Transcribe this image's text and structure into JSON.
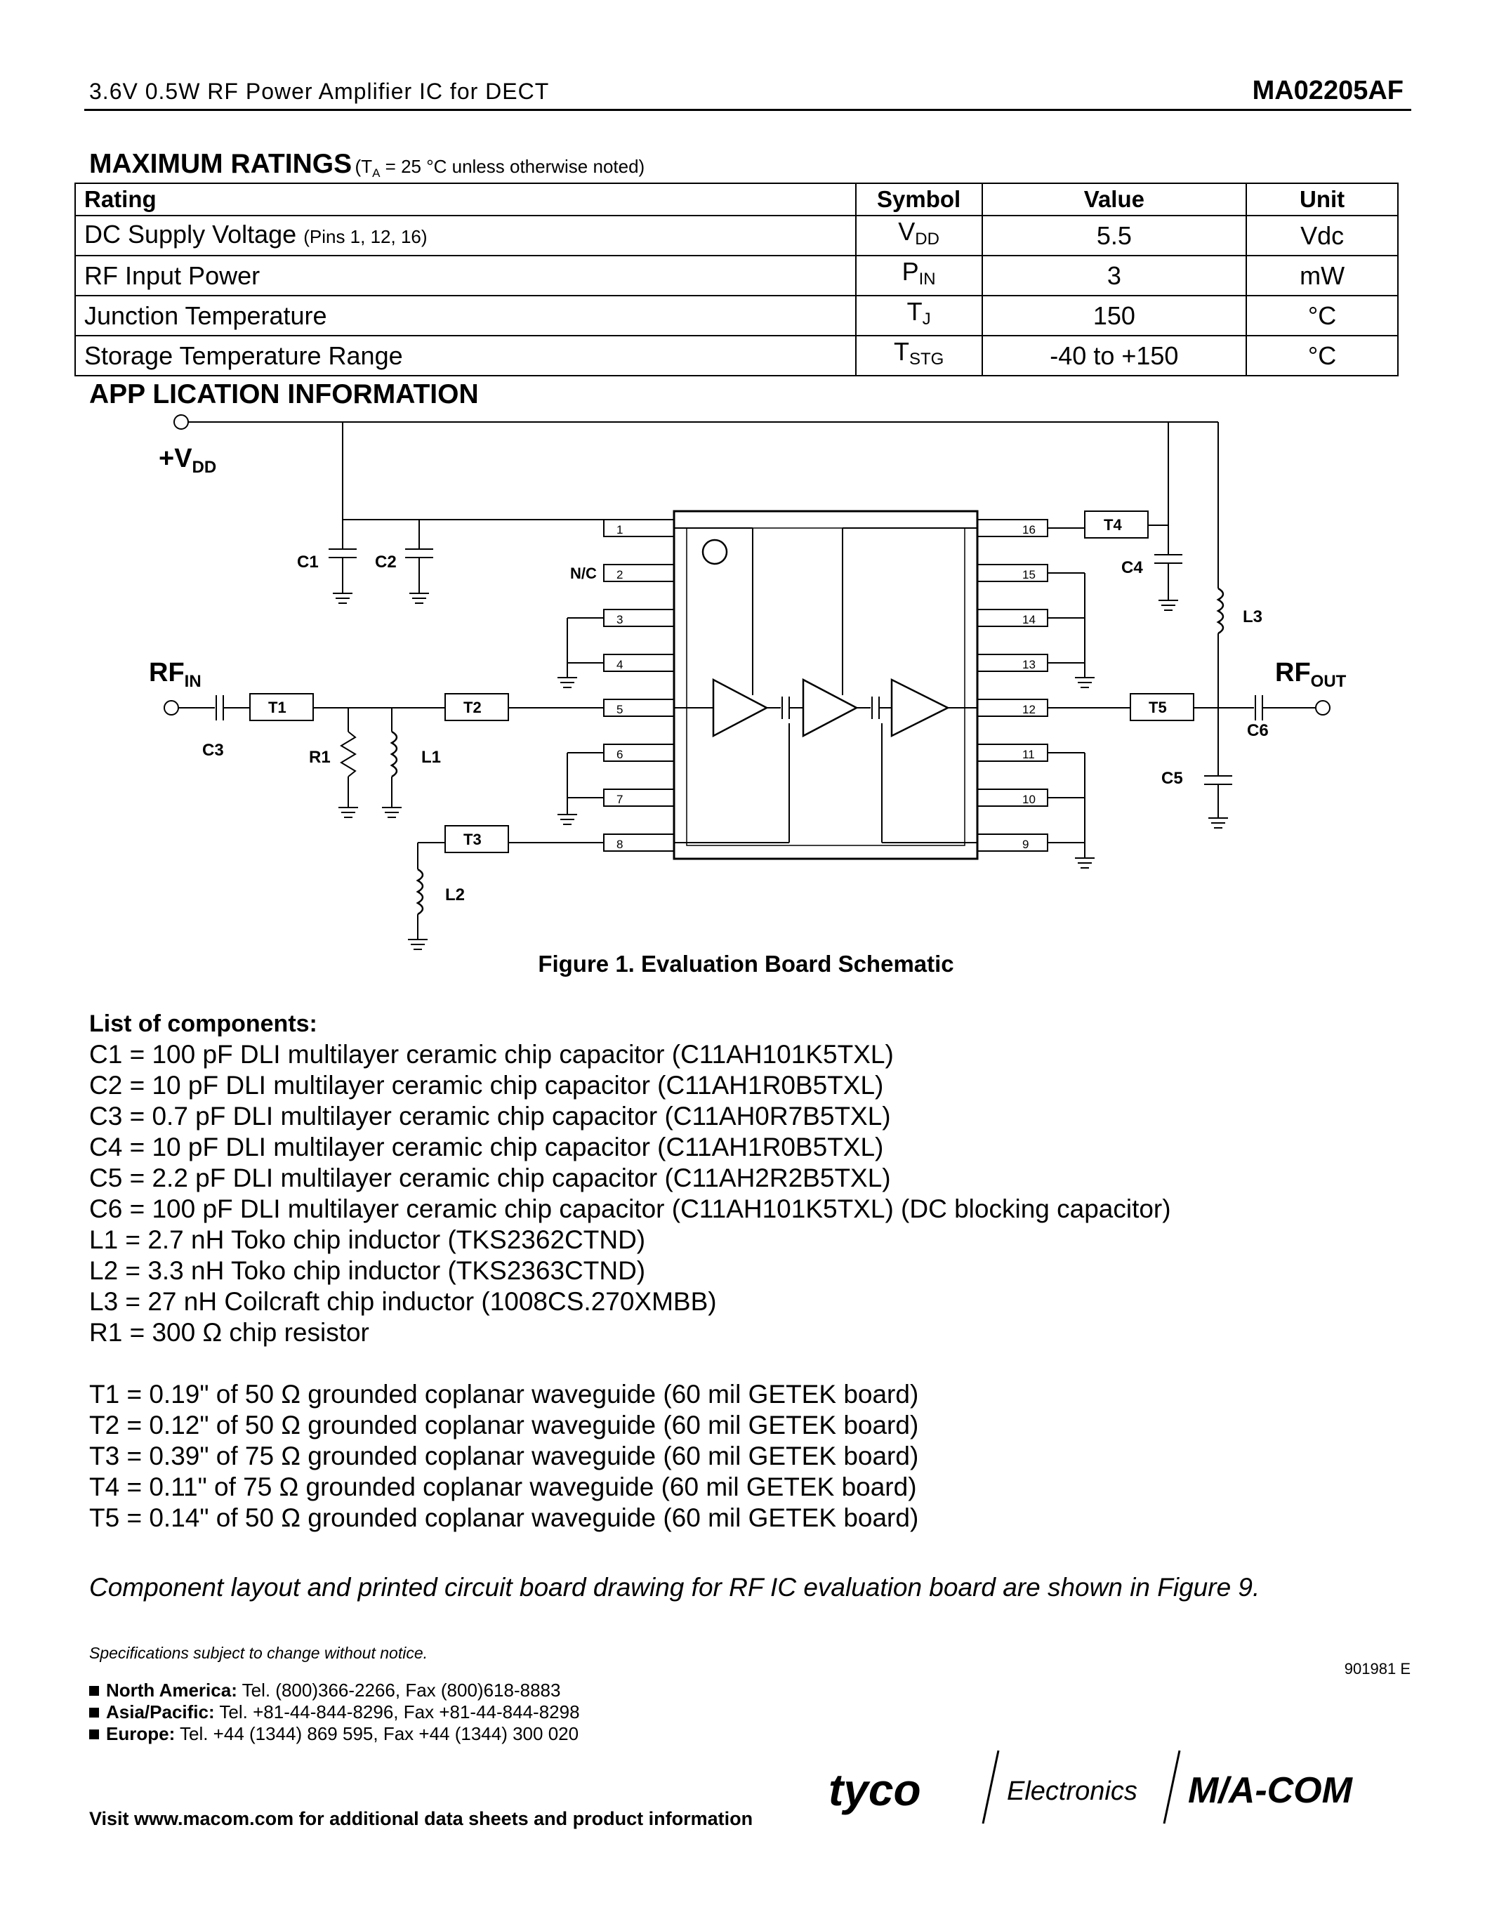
{
  "header": {
    "title": "3.6V 0.5W RF Power Amplifier IC for DECT",
    "part_number": "MA02205AF"
  },
  "max_ratings": {
    "title": "MAXIMUM RATINGS",
    "note": "(T",
    "note_sub": "A",
    "note_rest": " = 25 °C unless otherwise noted)",
    "columns": [
      "Rating",
      "Symbol",
      "Value",
      "Unit"
    ],
    "rows": [
      {
        "rating": "DC Supply Voltage",
        "rating_note": "(Pins 1, 12, 16)",
        "symbol": "V",
        "symbol_sub": "DD",
        "value": "5.5",
        "unit": "Vdc"
      },
      {
        "rating": "RF Input Power",
        "rating_note": "",
        "symbol": "P",
        "symbol_sub": "IN",
        "value": "3",
        "unit": "mW"
      },
      {
        "rating": "Junction Temperature",
        "rating_note": "",
        "symbol": "T",
        "symbol_sub": "J",
        "value": "150",
        "unit": "°C"
      },
      {
        "rating": "Storage Temperature Range",
        "rating_note": "",
        "symbol": "T",
        "symbol_sub": "STG",
        "value": "-40 to +150",
        "unit": "°C"
      }
    ]
  },
  "application": {
    "title": "APP LICATION INFORMATION",
    "schematic": {
      "vdd": "+V",
      "vdd_sub": "DD",
      "rf_in": "RF",
      "rf_in_sub": "IN",
      "rf_out": "RF",
      "rf_out_sub": "OUT",
      "nc": "N/C",
      "labels": {
        "c1": "C1",
        "c2": "C2",
        "c3": "C3",
        "c4": "C4",
        "c5": "C5",
        "c6": "C6",
        "r1": "R1",
        "l1": "L1",
        "l2": "L2",
        "l3": "L3",
        "t1": "T1",
        "t2": "T2",
        "t3": "T3",
        "t4": "T4",
        "t5": "T5"
      },
      "pins_left": [
        "1",
        "2",
        "3",
        "4",
        "5",
        "6",
        "7",
        "8"
      ],
      "pins_right": [
        "16",
        "15",
        "14",
        "13",
        "12",
        "11",
        "10",
        "9"
      ]
    },
    "caption": "Figure 1.  Evaluation Board Schematic"
  },
  "components": {
    "heading": "List of components:",
    "items": [
      "C1 = 100 pF DLI multilayer ceramic chip capacitor (C11AH101K5TXL)",
      "C2 = 10 pF DLI multilayer ceramic chip capacitor (C11AH1R0B5TXL)",
      "C3 = 0.7 pF DLI multilayer ceramic chip capacitor (C11AH0R7B5TXL)",
      "C4 = 10 pF DLI multilayer ceramic chip capacitor (C11AH1R0B5TXL)",
      "C5 = 2.2 pF DLI multilayer ceramic chip capacitor (C11AH2R2B5TXL)",
      "C6 = 100 pF DLI multilayer ceramic chip capacitor (C11AH101K5TXL) (DC blocking capacitor)",
      "L1 = 2.7 nH Toko chip inductor (TKS2362CTND)",
      "L2 = 3.3 nH Toko chip inductor (TKS2363CTND)",
      "L3 = 27 nH Coilcraft chip inductor (1008CS.270XMBB)",
      "R1 = 300 Ω chip resistor"
    ],
    "lines": [
      "T1 = 0.19\" of 50 Ω  grounded coplanar waveguide (60 mil GETEK board)",
      "T2 = 0.12\" of 50 Ω  grounded coplanar waveguide (60 mil GETEK board)",
      "T3 = 0.39\" of 75 Ω  grounded coplanar waveguide (60 mil GETEK board)",
      "T4 = 0.11\" of 75 Ω  grounded coplanar waveguide (60 mil GETEK board)",
      "T5 = 0.14\" of 50 Ω  grounded coplanar waveguide (60 mil GETEK board)"
    ],
    "note": "Component layout and printed circuit board drawing for RF IC evaluation board are shown in Figure 9."
  },
  "footer": {
    "spec_notice": "Specifications subject to change without notice.",
    "doc_number": "901981  E",
    "contacts": [
      {
        "region": "North America:",
        "info": "Tel. (800)366-2266,  Fax (800)618-8883"
      },
      {
        "region": "Asia/Pacific:",
        "info": "Tel. +81-44-844-8296,  Fax +81-44-844-8298"
      },
      {
        "region": "Europe:",
        "info": "Tel. +44 (1344) 869 595,  Fax +44 (1344) 300 020"
      }
    ],
    "visit": "Visit www.macom.com for additional data sheets and product information",
    "logo": {
      "brand1": "tyco",
      "brand2": "Electronics",
      "brand3": "M/A-COM"
    }
  }
}
